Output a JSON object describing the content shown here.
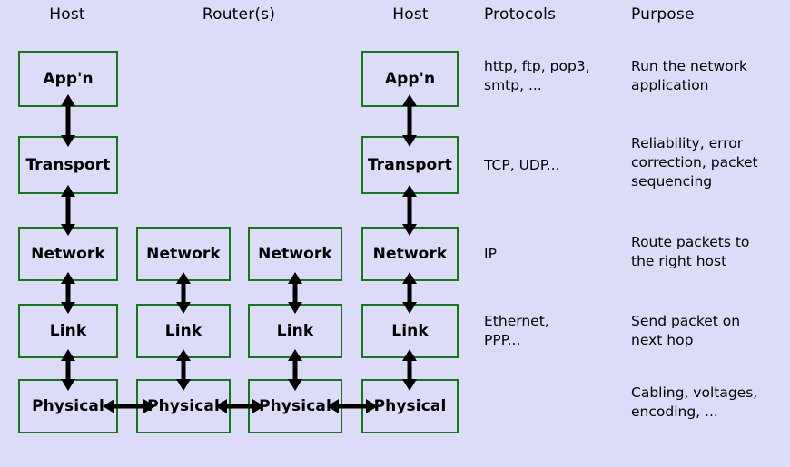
{
  "diagram": {
    "title": "Network protocol stack layers across hosts and routers",
    "background_color": "#dcdcf8",
    "box_border_color": "#127a12",
    "arrow_color": "#000000",
    "column_headers": [
      {
        "label": "Host"
      },
      {
        "label": "Router(s)"
      },
      {
        "label": "Host"
      },
      {
        "label": "Protocols"
      },
      {
        "label": "Purpose"
      }
    ],
    "layers": [
      {
        "name": "Application",
        "box_label": "App'n",
        "protocols": "http, ftp, pop3,\nsmtp, ...",
        "purpose": "Run the network\napplication",
        "present_in_columns": [
          1,
          4
        ]
      },
      {
        "name": "Transport",
        "box_label": "Transport",
        "protocols": "TCP, UDP...",
        "purpose": "Reliability, error\ncorrection, packet\nsequencing",
        "present_in_columns": [
          1,
          4
        ]
      },
      {
        "name": "Network",
        "box_label": "Network",
        "protocols": "IP",
        "purpose": "Route packets to\nthe right host",
        "present_in_columns": [
          1,
          2,
          3,
          4
        ]
      },
      {
        "name": "Link",
        "box_label": "Link",
        "protocols": "Ethernet,\nPPP...",
        "purpose": "Send packet on\nnext hop",
        "present_in_columns": [
          1,
          2,
          3,
          4
        ]
      },
      {
        "name": "Physical",
        "box_label": "Physical",
        "protocols": "",
        "purpose": "Cabling, voltages,\nencoding, ...",
        "present_in_columns": [
          1,
          2,
          3,
          4
        ]
      }
    ],
    "stacks": [
      {
        "node": "Host",
        "boxes": [
          "App'n",
          "Transport",
          "Network",
          "Link",
          "Physical"
        ]
      },
      {
        "node": "Router",
        "boxes": [
          "Network",
          "Link",
          "Physical"
        ]
      },
      {
        "node": "Router",
        "boxes": [
          "Network",
          "Link",
          "Physical"
        ]
      },
      {
        "node": "Host",
        "boxes": [
          "App'n",
          "Transport",
          "Network",
          "Link",
          "Physical"
        ]
      }
    ],
    "horizontal_links": [
      {
        "from": "Physical",
        "to": "Physical"
      },
      {
        "from": "Physical",
        "to": "Physical"
      },
      {
        "from": "Physical",
        "to": "Physical"
      }
    ]
  }
}
